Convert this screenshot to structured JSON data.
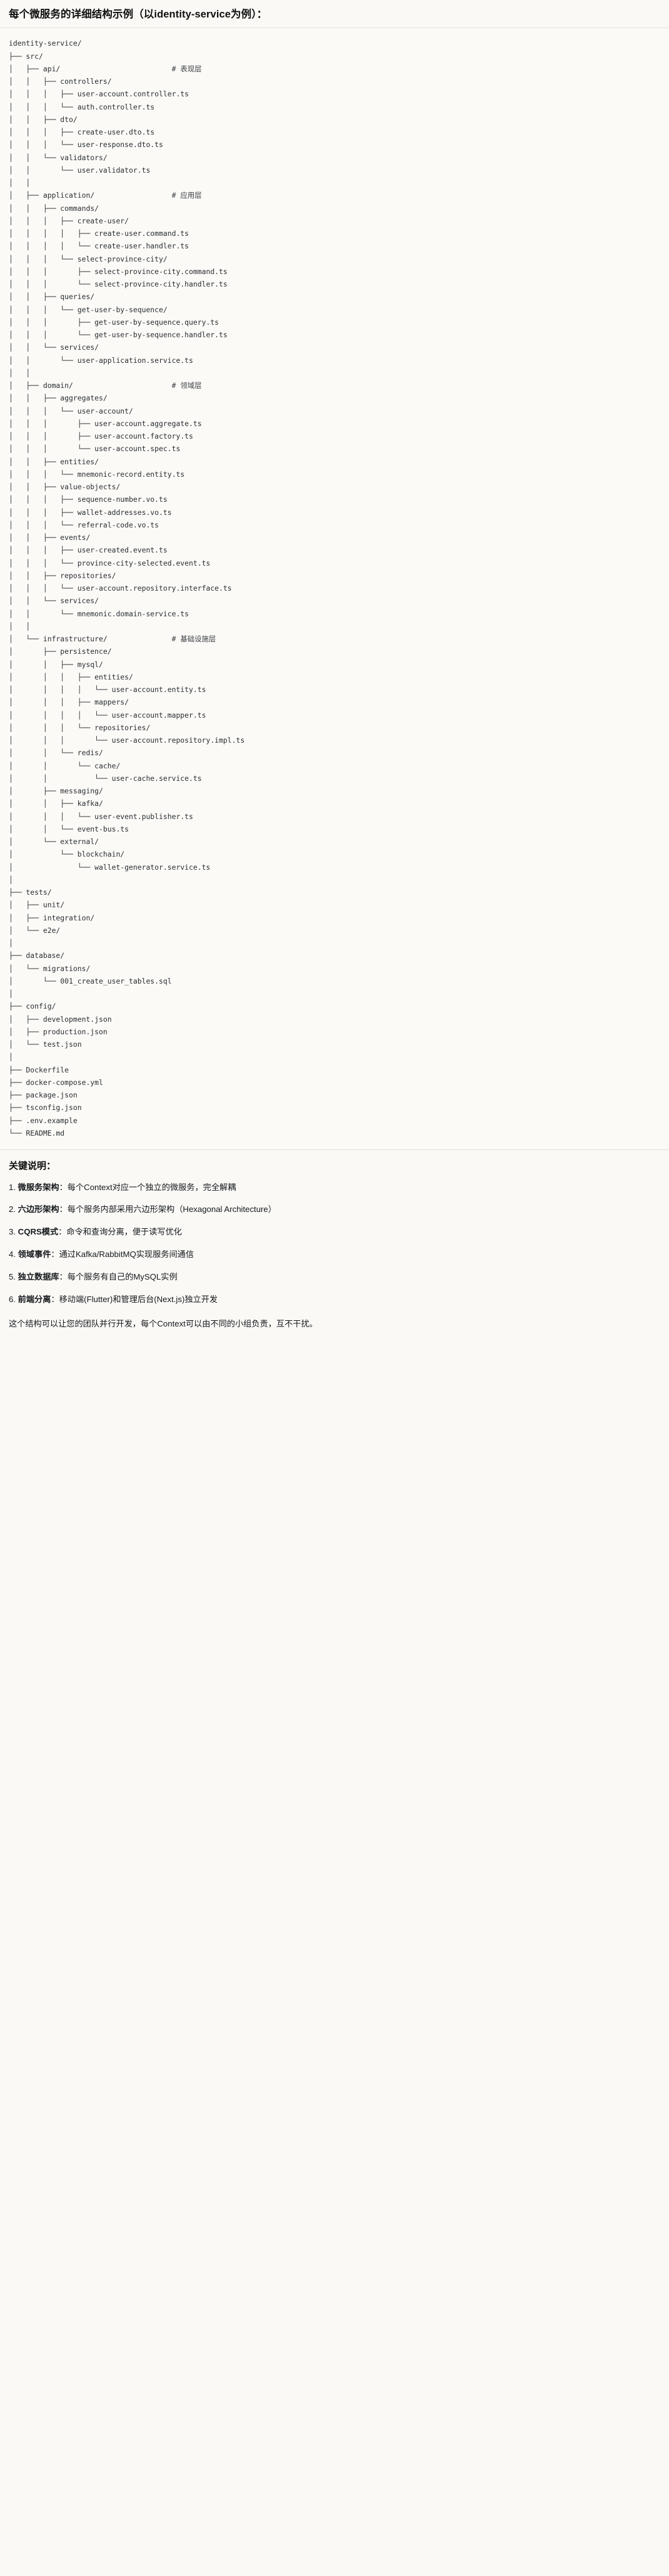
{
  "heading": "每个微服务的详细结构示例（以identity-service为例）：",
  "tree": {
    "root": "identity-service/",
    "comment_marker": "#",
    "layer_comments": {
      "api": "# 表现层",
      "application": "# 应用层",
      "domain": "# 领域层",
      "infrastructure": "# 基础设施层"
    },
    "lines": [
      "identity-service/",
      "├── src/",
      "│   ├── api/                          # 表现层",
      "│   │   ├── controllers/",
      "│   │   │   ├── user-account.controller.ts",
      "│   │   │   └── auth.controller.ts",
      "│   │   ├── dto/",
      "│   │   │   ├── create-user.dto.ts",
      "│   │   │   └── user-response.dto.ts",
      "│   │   └── validators/",
      "│   │       └── user.validator.ts",
      "│   │",
      "│   ├── application/                  # 应用层",
      "│   │   ├── commands/",
      "│   │   │   ├── create-user/",
      "│   │   │   │   ├── create-user.command.ts",
      "│   │   │   │   └── create-user.handler.ts",
      "│   │   │   └── select-province-city/",
      "│   │   │       ├── select-province-city.command.ts",
      "│   │   │       └── select-province-city.handler.ts",
      "│   │   ├── queries/",
      "│   │   │   └── get-user-by-sequence/",
      "│   │   │       ├── get-user-by-sequence.query.ts",
      "│   │   │       └── get-user-by-sequence.handler.ts",
      "│   │   └── services/",
      "│   │       └── user-application.service.ts",
      "│   │",
      "│   ├── domain/                       # 领域层",
      "│   │   ├── aggregates/",
      "│   │   │   └── user-account/",
      "│   │   │       ├── user-account.aggregate.ts",
      "│   │   │       ├── user-account.factory.ts",
      "│   │   │       └── user-account.spec.ts",
      "│   │   ├── entities/",
      "│   │   │   └── mnemonic-record.entity.ts",
      "│   │   ├── value-objects/",
      "│   │   │   ├── sequence-number.vo.ts",
      "│   │   │   ├── wallet-addresses.vo.ts",
      "│   │   │   └── referral-code.vo.ts",
      "│   │   ├── events/",
      "│   │   │   ├── user-created.event.ts",
      "│   │   │   └── province-city-selected.event.ts",
      "│   │   ├── repositories/",
      "│   │   │   └── user-account.repository.interface.ts",
      "│   │   └── services/",
      "│   │       └── mnemonic.domain-service.ts",
      "│   │",
      "│   └── infrastructure/               # 基础设施层",
      "│       ├── persistence/",
      "│       │   ├── mysql/",
      "│       │   │   ├── entities/",
      "│       │   │   │   └── user-account.entity.ts",
      "│       │   │   ├── mappers/",
      "│       │   │   │   └── user-account.mapper.ts",
      "│       │   │   └── repositories/",
      "│       │   │       └── user-account.repository.impl.ts",
      "│       │   └── redis/",
      "│       │       └── cache/",
      "│       │           └── user-cache.service.ts",
      "│       ├── messaging/",
      "│       │   ├── kafka/",
      "│       │   │   └── user-event.publisher.ts",
      "│       │   └── event-bus.ts",
      "│       └── external/",
      "│           └── blockchain/",
      "│               └── wallet-generator.service.ts",
      "│",
      "├── tests/",
      "│   ├── unit/",
      "│   ├── integration/",
      "│   └── e2e/",
      "│",
      "├── database/",
      "│   └── migrations/",
      "│       └── 001_create_user_tables.sql",
      "│",
      "├── config/",
      "│   ├── development.json",
      "│   ├── production.json",
      "│   └── test.json",
      "│",
      "├── Dockerfile",
      "├── docker-compose.yml",
      "├── package.json",
      "├── tsconfig.json",
      "├── .env.example",
      "└── README.md"
    ]
  },
  "notes": {
    "title": "关键说明：",
    "items": [
      {
        "term": "微服务架构",
        "sep": "：",
        "desc": "每个Context对应一个独立的微服务，完全解耦"
      },
      {
        "term": "六边形架构",
        "sep": "：",
        "desc": "每个服务内部采用六边形架构（Hexagonal Architecture）"
      },
      {
        "term": "CQRS模式",
        "sep": "：",
        "desc": "命令和查询分离，便于读写优化"
      },
      {
        "term": "领域事件",
        "sep": "：",
        "desc": "通过Kafka/RabbitMQ实现服务间通信"
      },
      {
        "term": "独立数据库",
        "sep": "：",
        "desc": "每个服务有自己的MySQL实例"
      },
      {
        "term": "前端分离",
        "sep": "：",
        "desc": "移动端(Flutter)和管理后台(Next.js)独立开发"
      }
    ],
    "closing": "这个结构可以让您的团队并行开发，每个Context可以由不同的小组负责，互不干扰。"
  },
  "colors": {
    "page_bg": "#faf9f6",
    "code_bg": "#fbfaf7",
    "text": "#15181c",
    "code_text": "#2a2d31",
    "divider": "#e2e0da"
  }
}
